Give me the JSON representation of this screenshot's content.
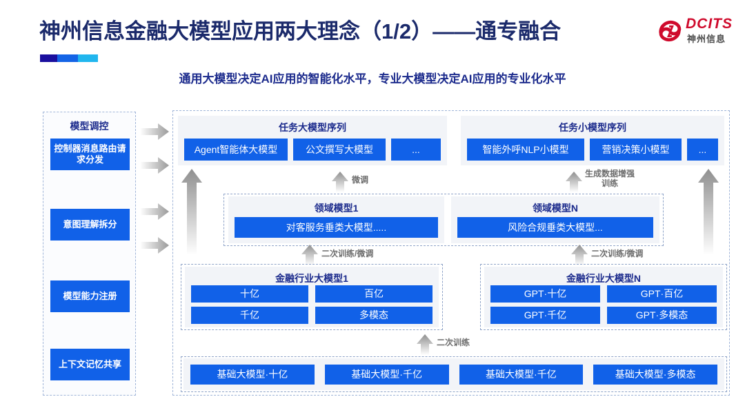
{
  "header": {
    "title": "神州信息金融大模型应用两大理念（1/2）——通专融合",
    "subtitle": "通用大模型决定AI应用的智能化水平，专业大模型决定AI应用的专业化水平",
    "logo": {
      "brand": "DCITS",
      "brand_cn": "神州信息",
      "mark_icon": "dcits-swirl-icon"
    },
    "accent_colors": [
      "#1a0f9e",
      "#1464e6",
      "#21b6ee"
    ],
    "title_color": "#1b2a6b",
    "subtitle_color": "#1b2a8c"
  },
  "control_panel": {
    "title": "模型调控",
    "items": [
      {
        "label": "控制器消息路由请求分发"
      },
      {
        "label": "意图理解拆分"
      },
      {
        "label": "模型能力注册"
      },
      {
        "label": "上下文记忆共享"
      }
    ],
    "arrow_icon": "right-arrow-icon",
    "arrow_count": 4
  },
  "diagram": {
    "accent_blue": "#1161e8",
    "panel_bg": "#f2f4f8",
    "task_sequences": [
      {
        "title": "任务大模型序列",
        "boxes": [
          "Agent智能体大模型",
          "公文撰写大模型",
          "..."
        ]
      },
      {
        "title": "任务小模型序列",
        "boxes": [
          "智能外呼NLP小模型",
          "营销决策小模型",
          "..."
        ]
      }
    ],
    "domain_models": [
      {
        "title": "领域模型1",
        "box": "对客服务垂类大模型....."
      },
      {
        "title": "领域模型N",
        "box": "风险合规垂类大模型..."
      }
    ],
    "industry_models": [
      {
        "title": "金融行业大模型1",
        "boxes": [
          "十亿",
          "百亿",
          "千亿",
          "多模态"
        ]
      },
      {
        "title": "金融行业大模型N",
        "boxes": [
          "GPT·十亿",
          "GPT·百亿",
          "GPT·千亿",
          "GPT·多模态"
        ]
      }
    ],
    "base_models": [
      "基础大模型·十亿",
      "基础大模型·千亿",
      "基础大模型·千亿",
      "基础大模型·多模态"
    ],
    "arrow_labels": {
      "fine_tune": "微调",
      "data_augment_line1": "生成数据增强",
      "data_augment_line2": "训练",
      "retrain_left": "二次训练/微调",
      "retrain_right": "二次训练/微调",
      "retrain_base": "二次训练"
    },
    "arrow_icon": "up-arrow-icon"
  }
}
